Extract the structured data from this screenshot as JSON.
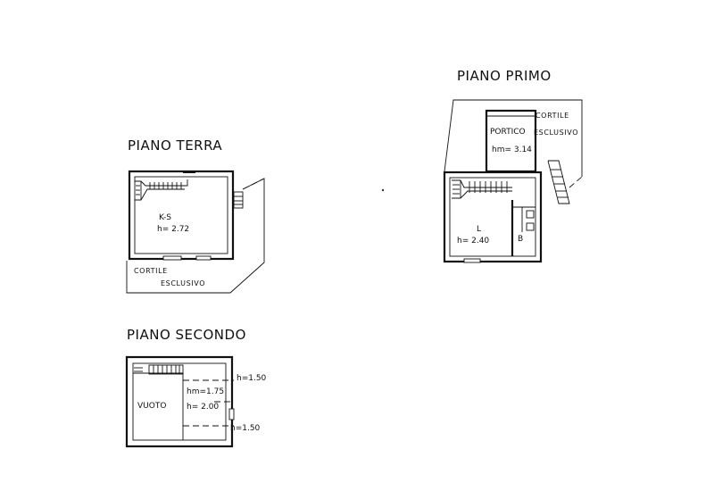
{
  "floors": {
    "terra": {
      "title": "PIANO TERRA",
      "room_name": "K-S",
      "room_height": "h= 2.72",
      "courtyard_line1": "CORTILE",
      "courtyard_line2": "ESCLUSIVO"
    },
    "primo": {
      "title": "PIANO PRIMO",
      "portico_name": "PORTICO",
      "portico_height": "hm= 3.14",
      "courtyard_line1": "CORTILE",
      "courtyard_line2": "ESCLUSIVO",
      "room_name": "L",
      "room_height": "h= 2.40",
      "bath_name": "B"
    },
    "secondo": {
      "title": "PIANO SECONDO",
      "void_name": "VUOTO",
      "room_height_mean": "hm=1.75",
      "room_height": "h= 2.00",
      "edge_height_top": "h=1.50",
      "edge_height_bottom": "h=1.50"
    }
  }
}
